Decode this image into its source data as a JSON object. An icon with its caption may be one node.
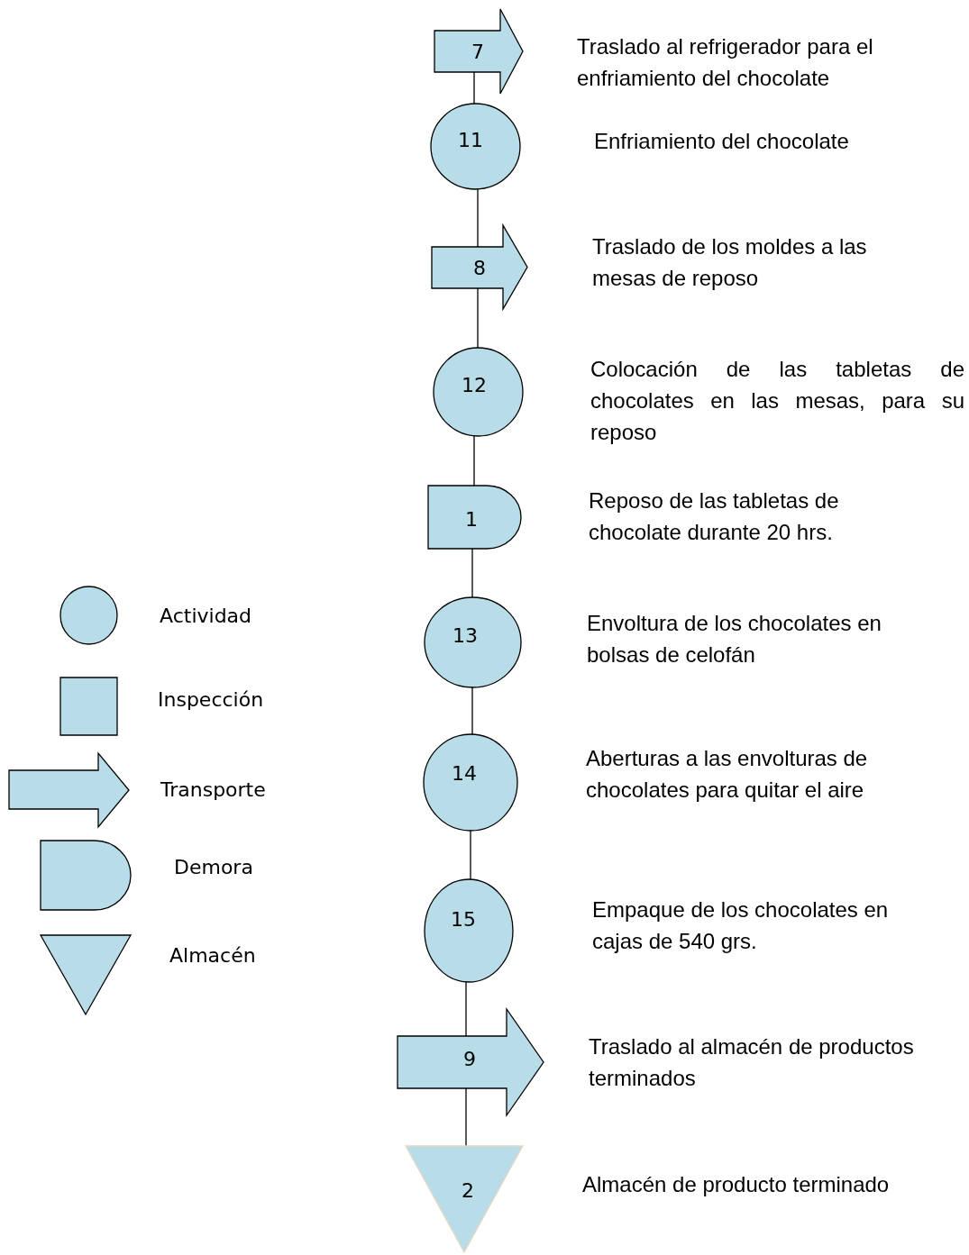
{
  "diagram": {
    "nodes": [
      {
        "text": [
          "7"
        ],
        "beside": [
          "Traslado al refrigerador para el enfriamiento del chocolate"
        ]
      },
      {
        "text": [
          "11"
        ],
        "beside": [
          "Enfriamiento del chocolate"
        ]
      },
      {
        "text": [
          "8"
        ],
        "beside": [
          "Traslado de los moldes a las mesas de reposo"
        ]
      },
      {
        "text": [
          "12"
        ],
        "beside": [
          "Colocación de las tabletas de chocolates en las mesas, para su reposo"
        ]
      },
      {
        "text": [
          "1"
        ],
        "beside": [
          "Reposo de las tabletas de chocolate durante 20 hrs."
        ]
      },
      {
        "text": [
          "13"
        ],
        "beside": [
          "Envoltura de los chocolates en bolsas de celofán"
        ]
      },
      {
        "text": [
          "14"
        ],
        "beside": [
          "Aberturas a las envolturas de chocolates para quitar el aire"
        ]
      },
      {
        "text": [
          "15"
        ],
        "beside": [
          "Empaque de los chocolates en cajas de 540 grs."
        ]
      },
      {
        "text": [
          "9"
        ],
        "beside": [
          "Traslado al almacén de productos terminados"
        ]
      },
      {
        "text": [
          "2"
        ],
        "beside": [
          "Almacén de producto terminado"
        ]
      }
    ],
    "edges": [
      {
        "from": 0,
        "to": 1,
        "arrow": "none"
      },
      {
        "from": 1,
        "to": 2,
        "arrow": "none"
      },
      {
        "from": 2,
        "to": 3,
        "arrow": "none"
      },
      {
        "from": 3,
        "to": 4,
        "arrow": "none"
      },
      {
        "from": 4,
        "to": 5,
        "arrow": "none"
      },
      {
        "from": 5,
        "to": 6,
        "arrow": "none"
      },
      {
        "from": 6,
        "to": 7,
        "arrow": "none"
      },
      {
        "from": 7,
        "to": 8,
        "arrow": "none"
      },
      {
        "from": 8,
        "to": 9,
        "arrow": "none"
      }
    ],
    "legend": [
      {
        "text": "Actividad"
      },
      {
        "text": "Inspección"
      },
      {
        "text": "Transporte"
      },
      {
        "text": "Demora"
      },
      {
        "text": "Almacén"
      }
    ]
  }
}
